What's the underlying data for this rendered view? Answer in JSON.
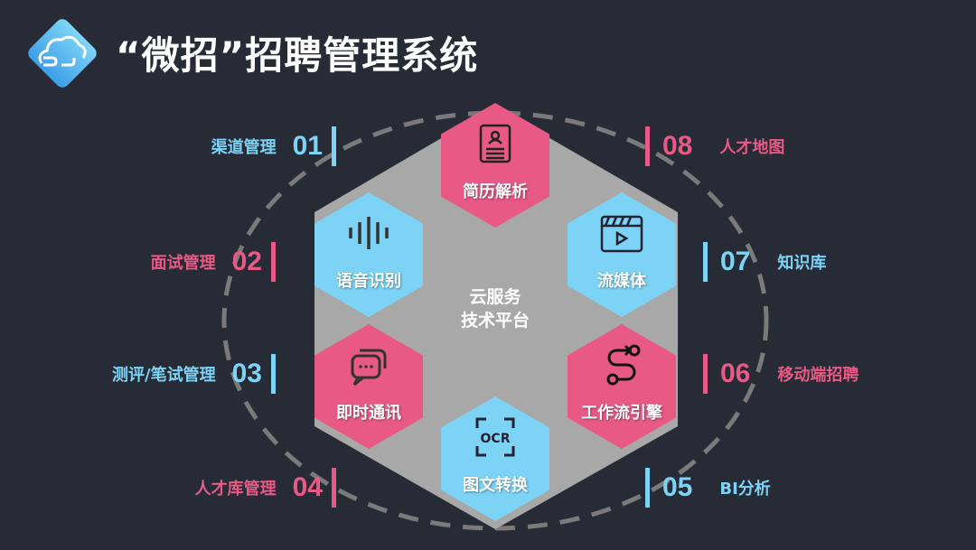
{
  "title": "“微招”招聘管理系统",
  "colors": {
    "background": "#272b36",
    "blue": "#7dd3f5",
    "pink": "#e85a85",
    "platform": "#a8a8a8",
    "ring": "#7a7a7a"
  },
  "center": {
    "line1": "云服务",
    "line2": "技术平台"
  },
  "modules": [
    {
      "label": "简历解析",
      "icon": "resume-icon",
      "color": "pink"
    },
    {
      "label": "流媒体",
      "icon": "video-icon",
      "color": "blue"
    },
    {
      "label": "工作流引擎",
      "icon": "workflow-icon",
      "color": "pink"
    },
    {
      "label": "图文转换",
      "icon": "ocr-icon",
      "color": "blue"
    },
    {
      "label": "即时通讯",
      "icon": "chat-icon",
      "color": "pink"
    },
    {
      "label": "语音识别",
      "icon": "voice-icon",
      "color": "blue"
    }
  ],
  "features": [
    {
      "num": "01",
      "label": "渠道管理"
    },
    {
      "num": "02",
      "label": "面试管理"
    },
    {
      "num": "03",
      "label": "测评/笔试管理"
    },
    {
      "num": "04",
      "label": "人才库管理"
    },
    {
      "num": "05",
      "label": "BI分析"
    },
    {
      "num": "06",
      "label": "移动端招聘"
    },
    {
      "num": "07",
      "label": "知识库"
    },
    {
      "num": "08",
      "label": "人才地图"
    }
  ],
  "ocr_text": "OCR"
}
